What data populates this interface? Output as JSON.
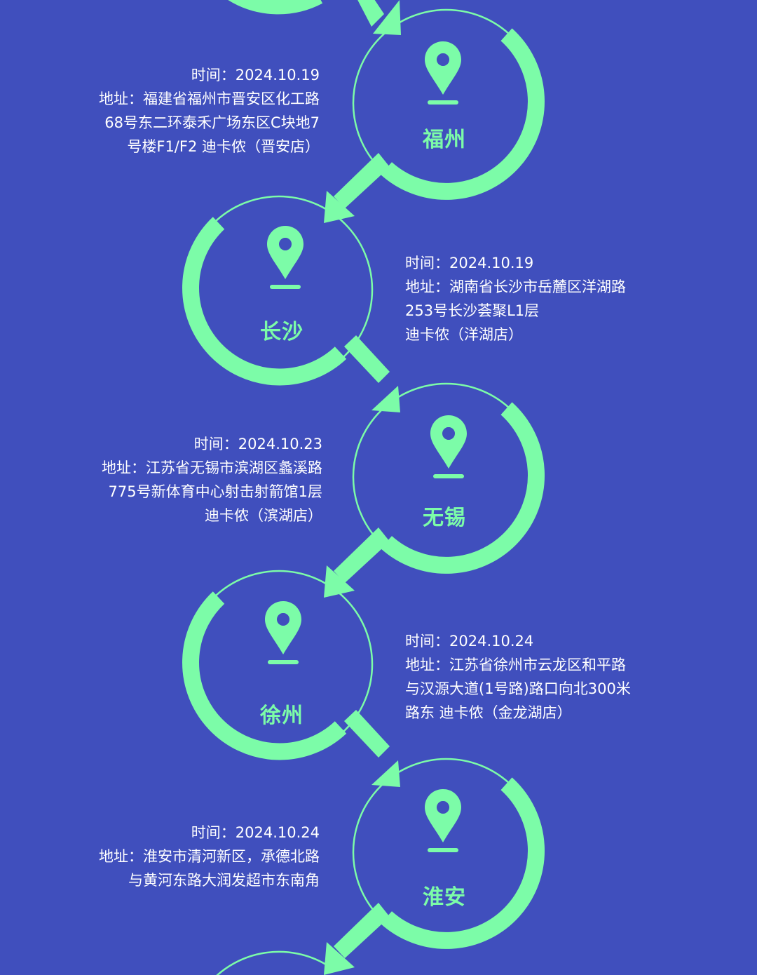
{
  "colors": {
    "background": "#404fbd",
    "accent": "#7cfca8",
    "text": "#ffffff"
  },
  "icon": "location-pin-icon",
  "stops": [
    {
      "city": "福州",
      "time": "时间：2024.10.19",
      "address_lines": [
        "地址：福建省福州市晋安区化工路",
        "68号东二环泰禾广场东区C块地7",
        "号楼F1/F2 迪卡侬（晋安店）"
      ]
    },
    {
      "city": "长沙",
      "time": "时间：2024.10.19",
      "address_lines": [
        "地址：湖南省长沙市岳麓区洋湖路",
        "253号长沙荟聚L1层",
        "迪卡侬（洋湖店）"
      ]
    },
    {
      "city": "无锡",
      "time": "时间：2024.10.23",
      "address_lines": [
        "地址：江苏省无锡市滨湖区蠡溪路",
        "775号新体育中心射击射箭馆1层",
        "迪卡侬（滨湖店）"
      ]
    },
    {
      "city": "徐州",
      "time": "时间：2024.10.24",
      "address_lines": [
        "地址：江苏省徐州市云龙区和平路",
        "与汉源大道(1号路)路口向北300米",
        "路东 迪卡侬（金龙湖店）"
      ]
    },
    {
      "city": "淮安",
      "time": "时间：2024.10.24",
      "address_lines": [
        "地址：淮安市清河新区，承德北路",
        "与黄河东路大润发超市东南角"
      ]
    }
  ]
}
